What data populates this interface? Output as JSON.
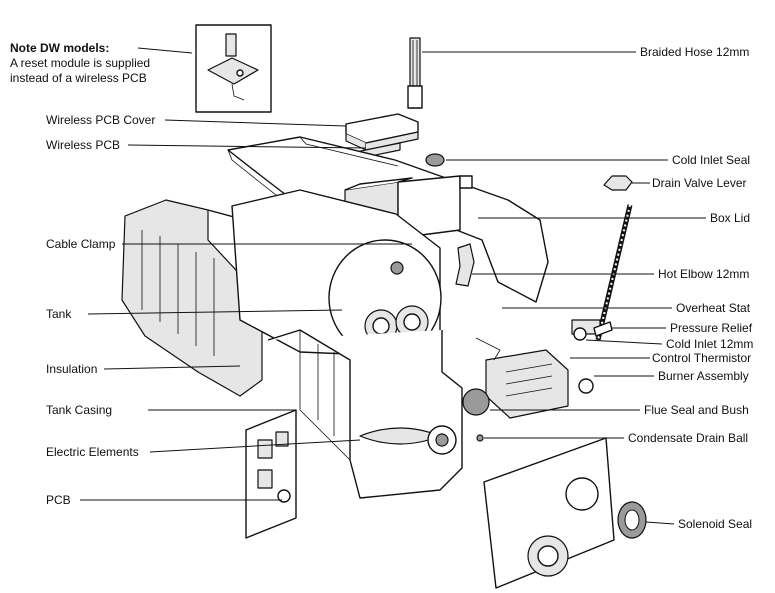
{
  "note": {
    "heading": "Note DW models:",
    "line1": "A reset module is supplied",
    "line2": "instead of a wireless PCB"
  },
  "labels_left": [
    "Wireless PCB Cover",
    "Wireless PCB",
    "Cable Clamp",
    "Tank",
    "Insulation",
    "Tank Casing",
    "Electric Elements",
    "PCB"
  ],
  "labels_right": [
    "Braided Hose 12mm",
    "Cold Inlet Seal",
    "Drain Valve Lever",
    "Box Lid",
    "Hot Elbow 12mm",
    "Overheat Stat",
    "Pressure Relief",
    "Cold Inlet 12mm",
    "Control Thermistor",
    "Burner Assembly",
    "Flue Seal and Bush",
    "Condensate Drain Ball",
    "Solenoid Seal"
  ]
}
